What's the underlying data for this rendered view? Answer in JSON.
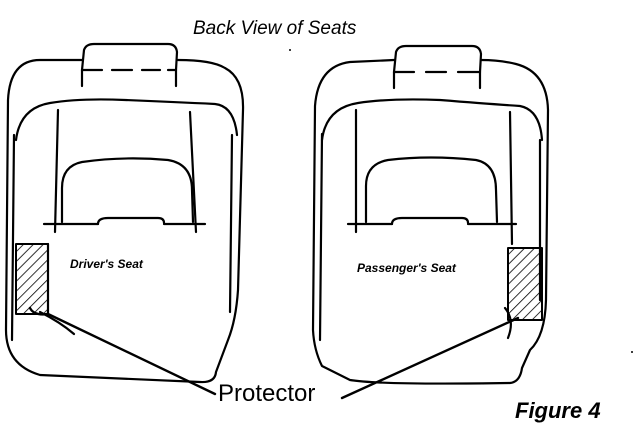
{
  "title": "Back View of Seats",
  "labels": {
    "driver_seat": "Driver's Seat",
    "passenger_seat": "Passenger's Seat",
    "protector": "Protector",
    "figure": "Figure 4"
  },
  "colors": {
    "line": "#000000",
    "background": "#ffffff"
  }
}
